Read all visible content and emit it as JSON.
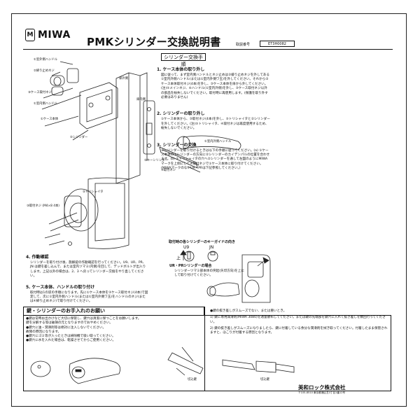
{
  "brand": {
    "name": "MIWA",
    "mark": "M"
  },
  "header": {
    "title": "PMKシリンダー交換説明書",
    "doc_number_label": "取説番号",
    "doc_number": "ET3H0082"
  },
  "section_title": "シリンダー交換手順",
  "steps": [
    {
      "head": "1. ケース本体の取り外し",
      "body": "図に従って、まず室内側ハンドルとネジ止めは②緩り止めネジを外してある①室内外側ハンドル(または①室内外側ワ玉)を外してください。それから②ケース本体取付ネジ(4本)を外し、③ケース本体を扉から外してください。(注)⑤メインネジ、⑥ハンドル(①室内外側)を外し、③ケース取付ネジ以外の部品を紛失しないでください。取付時に再使用します。(保護を取り外す必要はありません)"
    },
    {
      "head": "2. シリンダーの取り外し",
      "body": "①ケース本体から、③取付ネジ(4本)を外し、⑤トリシャイタと②シリンダーを外してください。(注)⑤トリシャイタ、④取付ネジは再度使用するため、紛失しないでください。"
    },
    {
      "head": "3. シリンダーの交換",
      "body": "②シリンダーを取り付けるときは以下の手順に従ってください。(a) ①ケース本体の②シリンダーの方向に②シリンダーのカイデンパルの位置を合わせます。(b) ⑤トリシャイタの穴へ②シリンダーを通して左図のようにMIWAマークを上側にして④取付ネジで①ケース本体に取り付けてください。(MIWAマークのないUR・PRは下記参照してください。)"
    }
  ],
  "orientation": {
    "heading": "取付時の各シリンダーのキーガイドの向き",
    "left_label": "U9",
    "right_label": "JN",
    "up_label": "上"
  },
  "ur_pr": {
    "heading": "UR・PRシリンダーの場合",
    "body": "シリンダーツマミ部本体の突起(矢印方向)を上にして取り付けてください。"
  },
  "bottom_steps": [
    {
      "head": "4. 作動確認",
      "body": "シリンダーを取り付け後、施解錠の作動確認を行ってください。U9、UR、PR、JN は鍵を差し込んで、または室内ツマミ(内側)を回して、デッドボルトが出入りします。上記以外の場合は、2、3 へ戻ってシリンダー交換をやり直してください。"
    },
    {
      "head": "5. ケース本体、ハンドルの取り付け",
      "body": "取付時は1の逆の手順になります。先に①ケース本体を③ケース取付ネジ(4本)で固定して、次に①室内外側ハンドル(または①室内外側ワ玉)をハンドルのネジ(または④締り止めネジ)で取り付けてください。"
    }
  ],
  "care": {
    "title": "鍵・シリンダーのお手入れのお願い",
    "left_items": [
      "●鍵は常時お出かけなど大切に保管し、鍵穴は清潔に保つことをお願いします。",
      "鍵を分解する等は破損の元となりますのでおやめください。",
      "●鍵穴に油・潤滑剤等は絶対に注入しないでください。",
      "故障の原因になります。",
      "●鍵穴にゴミ等が入ったときは掃除機で吸い取ってください。",
      "●鍵穴に水を入れた場合は、乾燥させてからご使用ください。"
    ],
    "right_items": [
      "●鍵の抜き差しがスムーズでない、または重いとき。",
      "1) 鍵に専用潤滑剤(MIWA 3080)を適量散布してください。または鍵の先端部を鍵穴に入れて抜き差しを数回行ってください。",
      "2) 鍵の抜き差しがスムーズになりましたら、鍵に付着している余分な潤滑剤を拭き取ってください。付着したまま保管されますと、ほこりが付着する原因となります。"
    ],
    "fig_labels": [
      "切込鍵",
      "切込鍵"
    ]
  },
  "callouts": {
    "handle_outer": "①室外側ハンドル",
    "lock_screw": "②締り止めネジ",
    "case_screw": "③ケース取付ネジ",
    "case_body": "①ケース本体",
    "cylinder": "②シリンダー",
    "cylinder_screw": "④取付ネジ",
    "trishaita": "⑤トリシャイタ",
    "door_outer": "扉外側",
    "door_inner": "扉内側",
    "handle_inner": "①室内側ハンドル",
    "key_cylinder": "②キーシリンダー",
    "interior_knob": "①室内外側ハンドル",
    "screw_detail": "③取付ネジ (M4×8  4本)"
  },
  "company": {
    "name": "美和ロック株式会社",
    "address": "〒105-8510 東京都港区芝3丁目1番12号"
  }
}
